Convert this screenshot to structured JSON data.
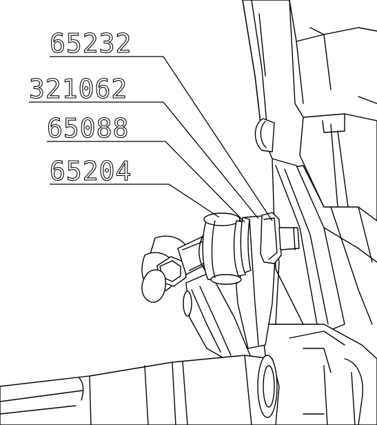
{
  "callouts": [
    {
      "part_number": "65232"
    },
    {
      "part_number": "321062"
    },
    {
      "part_number": "65088"
    },
    {
      "part_number": "65204"
    }
  ],
  "colors": {
    "line": "#000000",
    "background": "#ffffff"
  }
}
